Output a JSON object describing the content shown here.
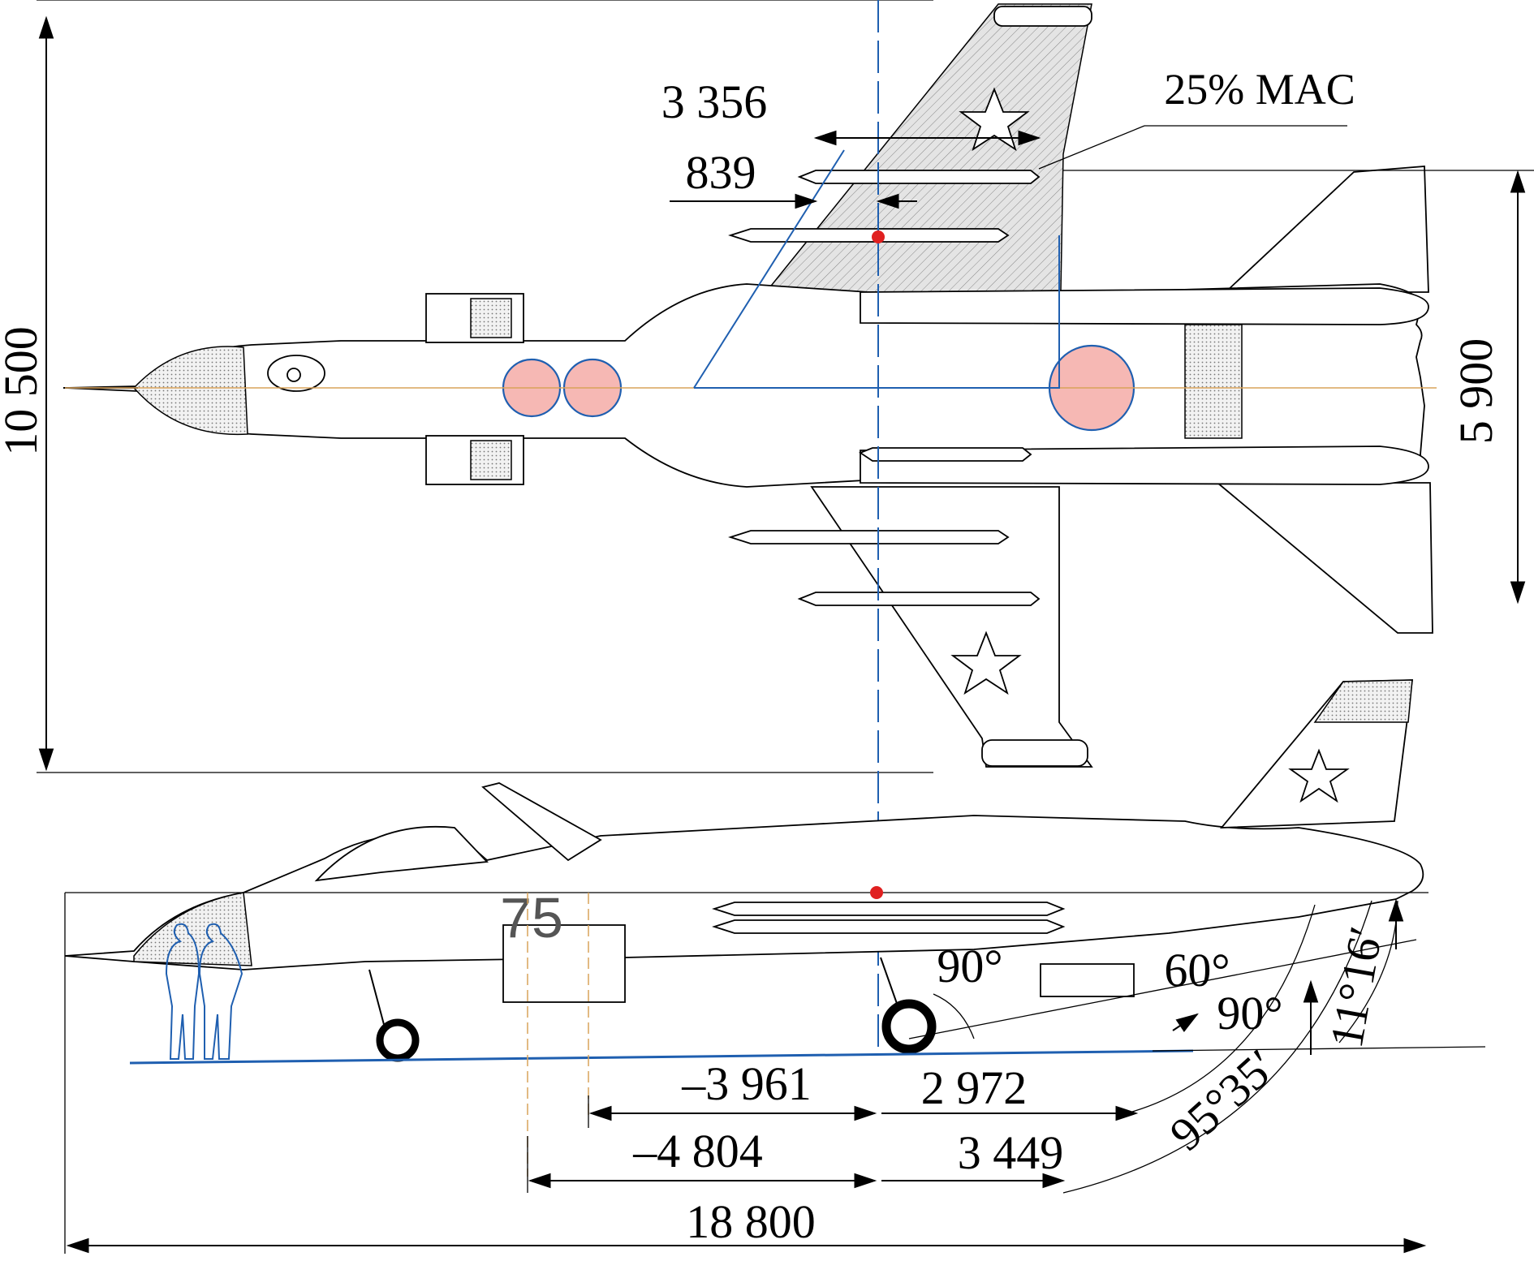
{
  "title": "",
  "dimensions": {
    "wing_span": "10 500",
    "tail_span": "5 900",
    "length": "18 800",
    "mac_to_cg": "3 356",
    "cg_offset": "839",
    "mac_label": "25% MAC",
    "nose_gear_front": "–3 961",
    "main_gear_front": "2 972",
    "nose_gear_rear": "–4 804",
    "main_gear_rear": "3 449"
  },
  "angles": {
    "a90_upper": "90°",
    "a60": "60°",
    "a90_lower": "90°",
    "a11": "11°16′",
    "a95": "95°35′"
  },
  "markings": {
    "side_number": "75"
  },
  "colors": {
    "outline": "#000000",
    "construction_lines": "#1f5fb0",
    "nozzle_fill": "#f6b8b4",
    "centerline": "#d9a35a",
    "cg_marker": "#e02020"
  }
}
